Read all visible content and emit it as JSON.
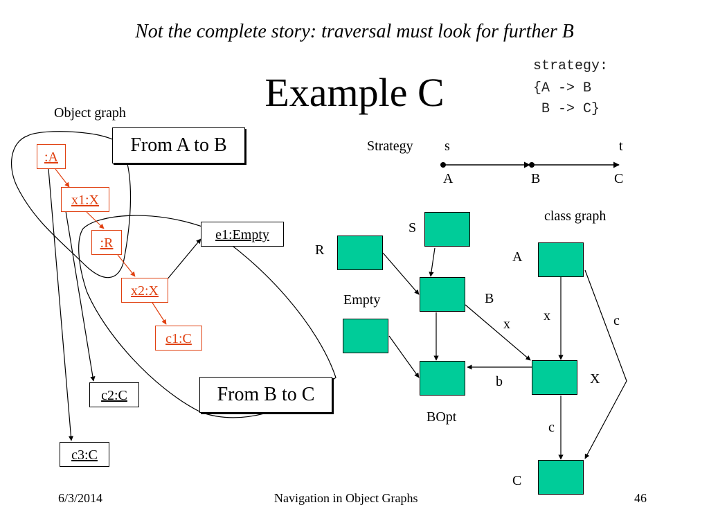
{
  "slide": {
    "subtitle": "Not the complete story: traversal must look for further B",
    "title": "Example C",
    "strategy_code": [
      "strategy:",
      "{A -> B",
      " B -> C}"
    ]
  },
  "object_graph": {
    "label": "Object graph",
    "callout_ab": "From A to B",
    "callout_bc": "From B to C",
    "nodes": {
      "a": ":A",
      "x1": "x1:X",
      "r": ":R",
      "x2": "x2:X",
      "c1": "c1:C",
      "e1": "e1:Empty",
      "c2": "c2:C",
      "c3": "c3:C"
    }
  },
  "strategy_line": {
    "label": "Strategy",
    "s": "s",
    "t": "t",
    "a": "A",
    "b": "B",
    "c": "C"
  },
  "class_graph": {
    "label": "class graph",
    "classes": {
      "s": "S",
      "r": "R",
      "a": "A",
      "b": "B",
      "empty": "Empty",
      "x": "X",
      "bopt": "BOpt",
      "c": "C"
    },
    "edges": {
      "x_from_a": "x",
      "c_from_a": "c",
      "x_from_b": "x",
      "b_edge": "b",
      "c_from_x": "c"
    }
  },
  "footer": {
    "date": "6/3/2014",
    "center": "Navigation in Object Graphs",
    "page": "46"
  },
  "colors": {
    "class_fill": "#00cc99",
    "object_path": "#e04010"
  }
}
